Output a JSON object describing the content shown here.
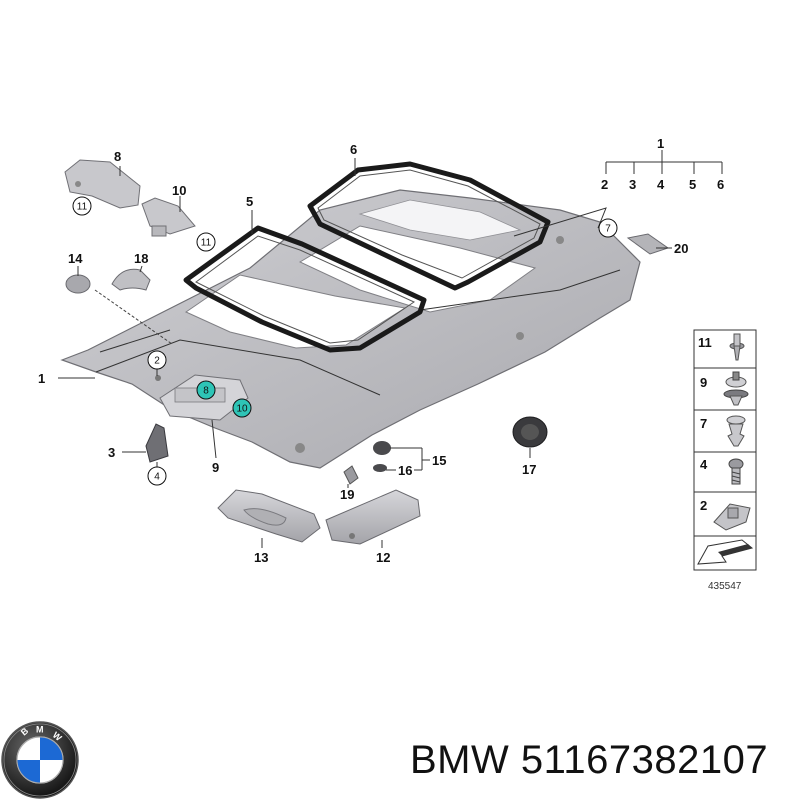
{
  "callouts": {
    "c1": "1",
    "c2": "2",
    "c3": "3",
    "c4": "4",
    "c5": "5",
    "c6": "6",
    "c7": "7",
    "c8": "8",
    "c9": "9",
    "c10": "10",
    "c11": "11",
    "c12": "12",
    "c13": "13",
    "c14": "14",
    "c15": "15",
    "c16": "16",
    "c17": "17",
    "c18": "18",
    "c19": "19",
    "c20": "20"
  },
  "legend": {
    "items": [
      "11",
      "9",
      "7",
      "4",
      "2"
    ]
  },
  "diagram_ref": "435547",
  "brand_text": "BMW 51167382107",
  "logo_letters": "BMW",
  "colors": {
    "headliner": "#b9b9bd",
    "seal": "#1a1a1a",
    "highlight": "#2ec4b6",
    "bmw_blue": "#1c69d4"
  }
}
